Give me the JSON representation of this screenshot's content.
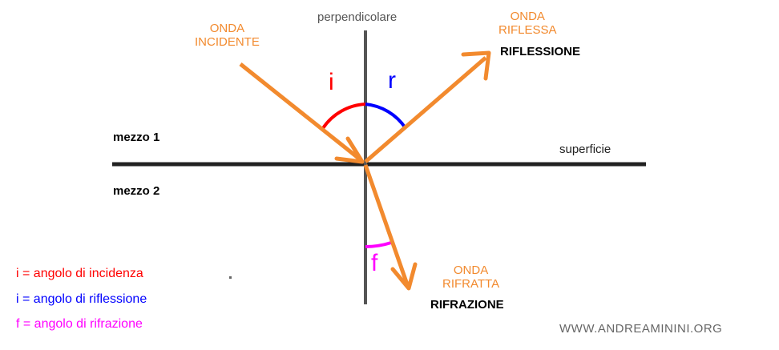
{
  "labels": {
    "perpendicular": "perpendicolare",
    "surface": "superficie",
    "medium1": "mezzo 1",
    "medium2": "mezzo 2",
    "incident_line1": "ONDA",
    "incident_line2": "INCIDENTE",
    "reflected_line1": "ONDA",
    "reflected_line2": "RIFLESSA",
    "reflection": "RIFLESSIONE",
    "refracted_line1": "ONDA",
    "refracted_line2": "RIFRATTA",
    "refraction": "RIFRAZIONE",
    "angle_i": "i",
    "angle_r": "r",
    "angle_f": "f"
  },
  "legend": [
    {
      "text": "i = angolo di incidenza",
      "color": "#ff0000"
    },
    {
      "text": "i = angolo di riflessione",
      "color": "#0000ff"
    },
    {
      "text": "f = angolo di rifrazione",
      "color": "#ff00ff"
    }
  ],
  "watermark": "WWW.ANDREAMININI.ORG",
  "colors": {
    "ray": "#f28a2e",
    "incidence": "#ff0000",
    "reflection": "#0000ff",
    "refraction": "#ff00ff",
    "line": "#222222"
  }
}
